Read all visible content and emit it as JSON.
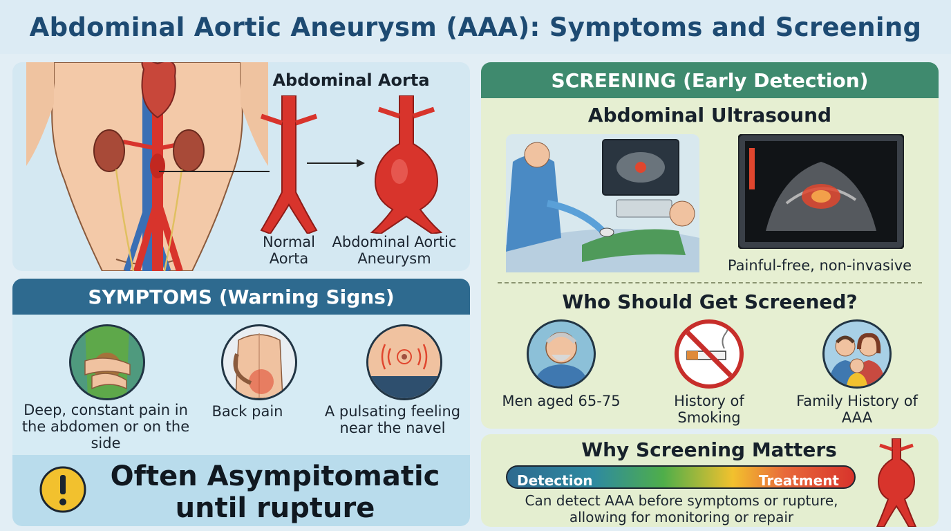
{
  "title": "Abdominal Aortic Aneurysm (AAA): Symptoms and Screening",
  "anatomy": {
    "heading": "Abdominal Aorta",
    "normal_label": "Normal Aorta",
    "aneurysm_label": "Abdominal Aortic Aneurysm"
  },
  "symptoms": {
    "header": "SYMPTOMS (Warning Signs)",
    "items": [
      {
        "label": "Deep, constant pain in the abdomen or on the side",
        "icon": "abdominal-pain-icon"
      },
      {
        "label": "Back pain",
        "icon": "back-pain-icon"
      },
      {
        "label": "A pulsating feeling near the navel",
        "icon": "pulsating-navel-icon"
      }
    ],
    "warning": "Often Asympitomatic until rupture",
    "warning_icon": "exclamation-icon"
  },
  "screening": {
    "header": "SCREENING (Early Detection)",
    "method_heading": "Abdominal Ultrasound",
    "method_caption": "Painful-free, non-invasive",
    "who_heading": "Who Should Get Screened?",
    "groups": [
      {
        "label": "Men aged 65-75",
        "icon": "older-man-icon"
      },
      {
        "label": "History of Smoking",
        "icon": "no-smoking-icon"
      },
      {
        "label": "Family History of AAA",
        "icon": "family-icon"
      }
    ]
  },
  "why": {
    "heading": "Why Screening Matters",
    "bar_start": "Detection",
    "bar_end": "Treatment",
    "caption": "Can detect AAA before symptoms or rupture, allowing for monitoring or repair"
  },
  "colors": {
    "title": "#1d4a72",
    "symptoms_header": "#2e6a8f",
    "screening_header": "#3f8a6e",
    "artery_red": "#d8342c",
    "warning_yellow": "#f2c12e"
  }
}
